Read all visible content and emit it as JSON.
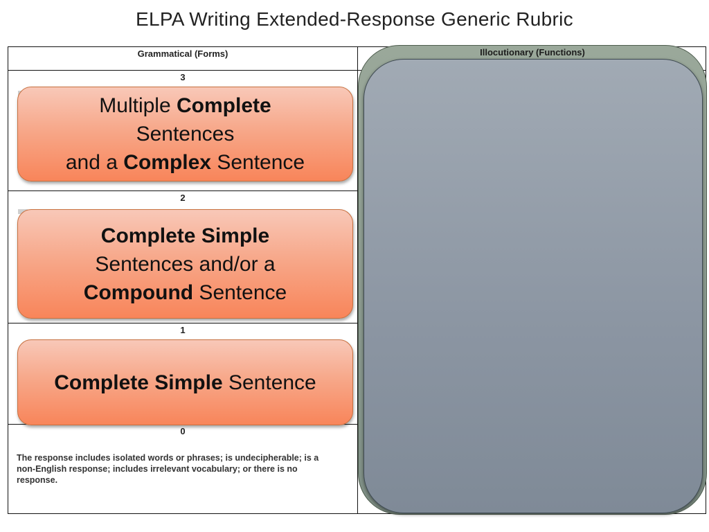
{
  "title": "ELPA Writing Extended-Response Generic Rubric",
  "columns": {
    "left": "Grammatical  (Forms)",
    "right": "Illocutionary (Functions)"
  },
  "scores": [
    "3",
    "2",
    "1",
    "0"
  ],
  "callouts": {
    "three": {
      "a": "Multiple ",
      "b": "Complete",
      "c": "Sentences",
      "d": "and a ",
      "e": "Complex",
      "f": " Sentence"
    },
    "two": {
      "a": "Complete Simple",
      "b": "Sentences and/or a",
      "c": "Compound",
      "d": " Sentence"
    },
    "one": {
      "a": "Complete Simple",
      "b": " Sentence"
    }
  },
  "zero_description": "The response includes isolated words or phrases; is undecipherable; is a non-English response; includes irrelevant vocabulary; or there is no response."
}
